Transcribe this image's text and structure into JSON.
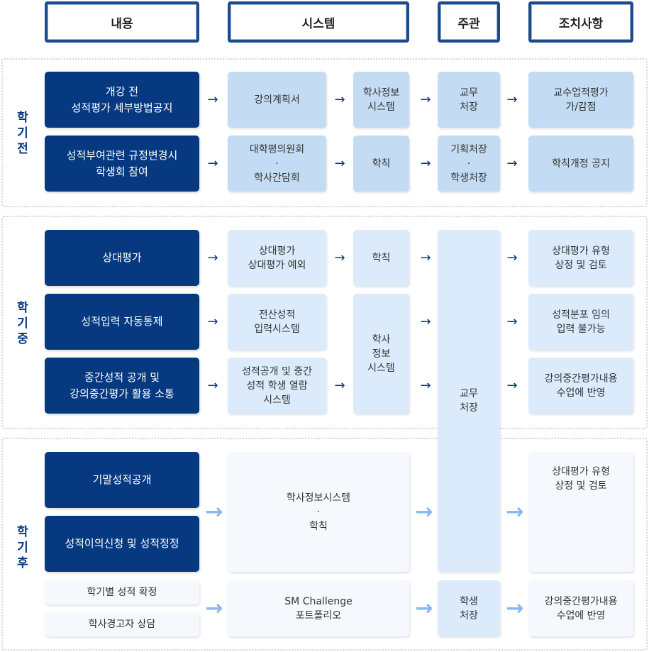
{
  "headers": [
    "내용",
    "시스템",
    "주관",
    "조치사항"
  ],
  "sections": {
    "before": {
      "label": "학기전",
      "rows": [
        {
          "content": "개강 전\n성적평가 세부방법공지",
          "system": "강의계획서",
          "system2": "학사정보\n시스템",
          "owner": "교무\n처장",
          "action": "교수업적평가\n가/감점"
        },
        {
          "content": "성적부여관련 규정변경시\n학생회 참여",
          "system": "대학평의원회\n·\n학사간담회",
          "system2": "학칙",
          "owner": "기획처장\n·\n학생처장",
          "action": "학칙개정 공지"
        }
      ]
    },
    "during": {
      "label": "학기중",
      "rows": [
        {
          "content": "상대평가",
          "system": "상대평가\n상대평가 예외",
          "system2": "학칙",
          "action": "상대평가 유형\n상정 및 검토"
        },
        {
          "content": "성적입력 자동통제",
          "system": "전산성적\n입력시스템",
          "action": "성적분포 임의\n입력 불가능"
        },
        {
          "content": "중간성적 공개 및\n강의중간평가 활용 소통",
          "system": "성적공개 및 중간\n성적 학생 열람\n시스템",
          "action": "강의중간평가내용\n수업에 반영"
        }
      ],
      "system2_shared": "학사\n정보\n시스템",
      "owner_shared": "교무\n처장"
    },
    "after": {
      "label": "학기후",
      "rows": [
        {
          "content": "기말성적공개"
        },
        {
          "content": "성적이의신청 및 성적정정"
        },
        {
          "content": "학기별 성적 확정"
        },
        {
          "content": "학사경고자 상담"
        }
      ],
      "system_a": "학사정보시스템\n·\n학칙",
      "system_b": "SM Challenge\n포트폴리오",
      "owner_b": "학생\n처장",
      "action_a": "상대평가 유형\n상정 및 검토",
      "action_b": "강의중간평가내용\n수업에 반영"
    }
  },
  "arrow": "→"
}
